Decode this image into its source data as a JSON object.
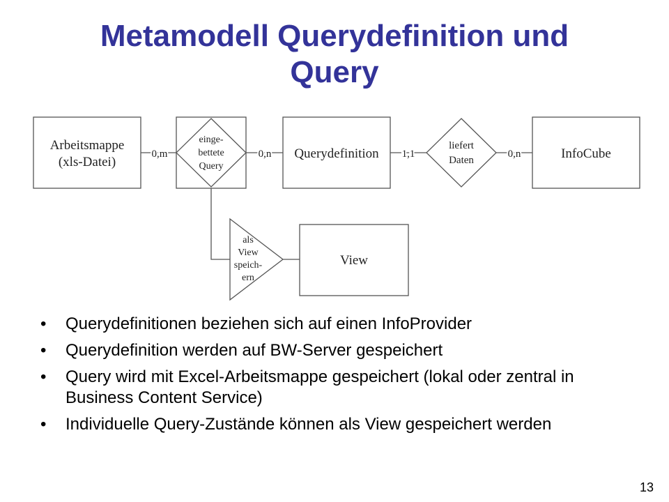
{
  "slide": {
    "title_line1": "Metamodell Querydefinition und",
    "title_line2": "Query",
    "page_number": "13"
  },
  "diagram": {
    "entities": {
      "arbeitsmappe": [
        "Arbeitsmappe",
        "(xls-Datei)"
      ],
      "querydefinition": [
        "Querydefinition"
      ],
      "infocube": [
        "InfoCube"
      ],
      "view": [
        "View"
      ]
    },
    "relationships": {
      "eingebettete_query": [
        "einge-",
        "bettete",
        "Query"
      ],
      "liefert_daten": [
        "liefert",
        "Daten"
      ]
    },
    "specialization": {
      "als_view_speichern": [
        "als",
        "View",
        "speich-",
        "ern"
      ]
    },
    "cardinalities": {
      "arbeitsmappe_query": "0,m",
      "query_querydefinition": "0,n",
      "querydefinition_liefert": "1,1",
      "liefert_infocube": "0,n"
    }
  },
  "bullets": [
    "Querydefinitionen beziehen sich auf einen InfoProvider",
    "Querydefinition werden auf BW-Server gespeichert",
    "Query wird mit Excel-Arbeitsmappe gespeichert (lokal oder zentral in Business Content Service)",
    "Individuelle Query-Zustände können als View gespeichert werden"
  ],
  "bullet_symbol": "•"
}
